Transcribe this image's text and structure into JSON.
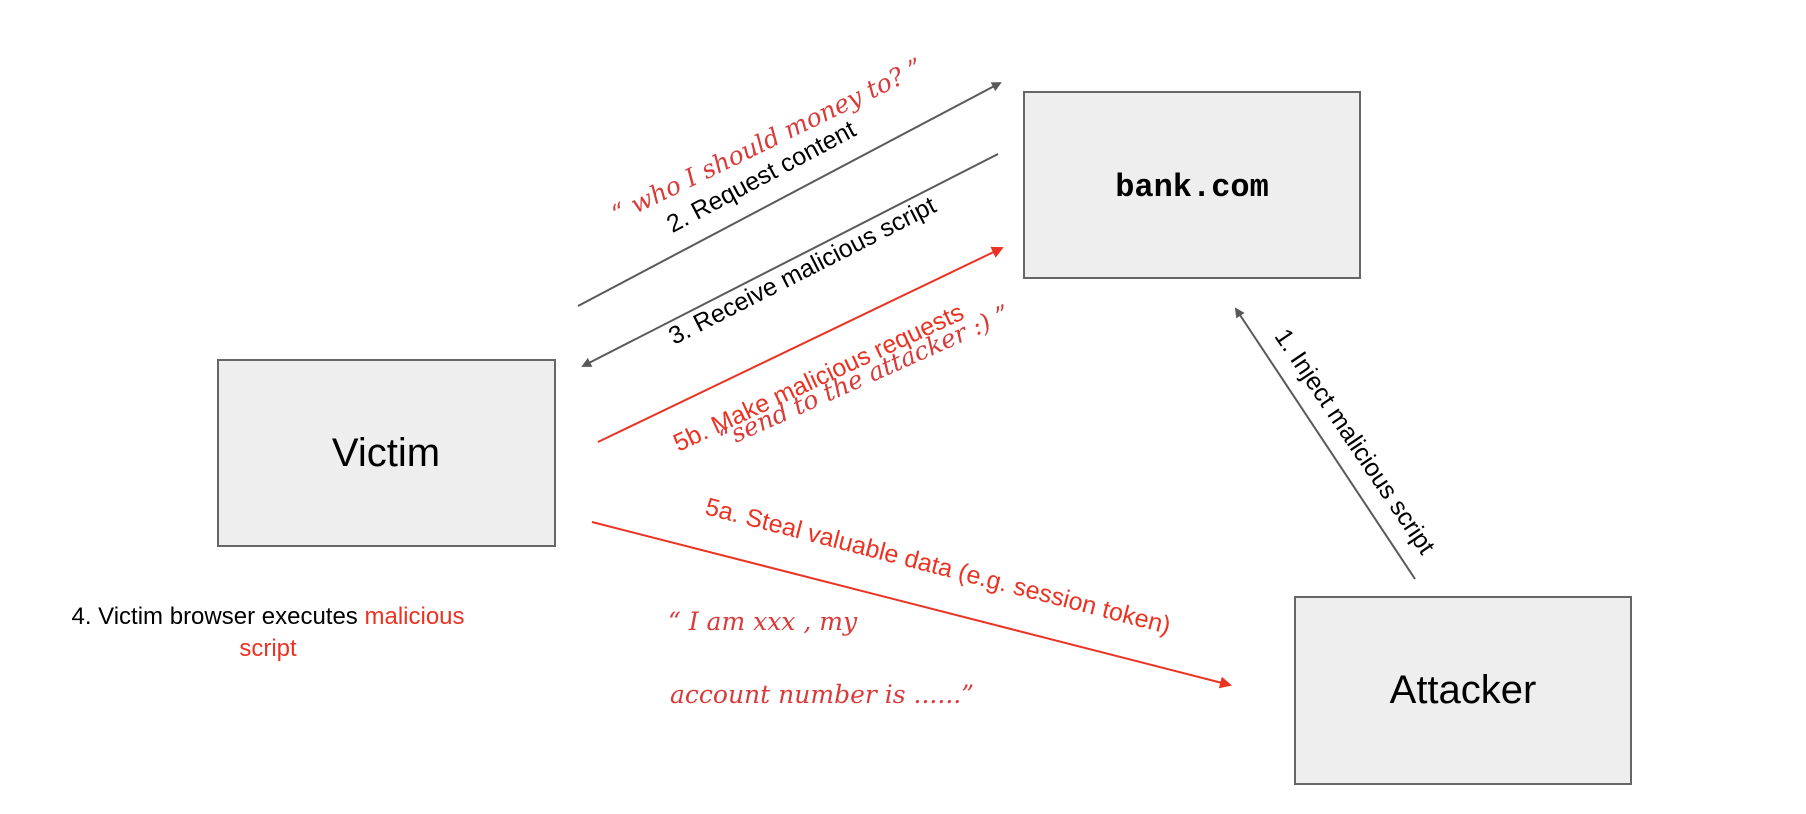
{
  "colors": {
    "box_fill": "#eeeeee",
    "box_stroke": "#666666",
    "dark_arrow": "#595959",
    "red": "#ea3323",
    "hand_red": "#d93a3a",
    "text": "#000000"
  },
  "nodes": {
    "victim": "Victim",
    "bank": "bank.com",
    "attacker": "Attacker"
  },
  "edges": {
    "step1": "1. Inject malicious script",
    "step2": "2. Request content",
    "step3": "3. Receive malicious script",
    "step5a": "5a. Steal valuable data (e.g. session token)",
    "step5b": "5b. Make malicious requests"
  },
  "handwritten": {
    "note_request": "“ who I should money to? ”",
    "note_5b": "“send to the attacker :) ”",
    "note_5a_line1": "“ I am xxx ,   my",
    "note_5a_line2": "account  number is  ......”"
  },
  "caption": {
    "prefix": "4. Victim browser executes ",
    "highlight_word1": "malicious",
    "highlight_word2": "script"
  }
}
